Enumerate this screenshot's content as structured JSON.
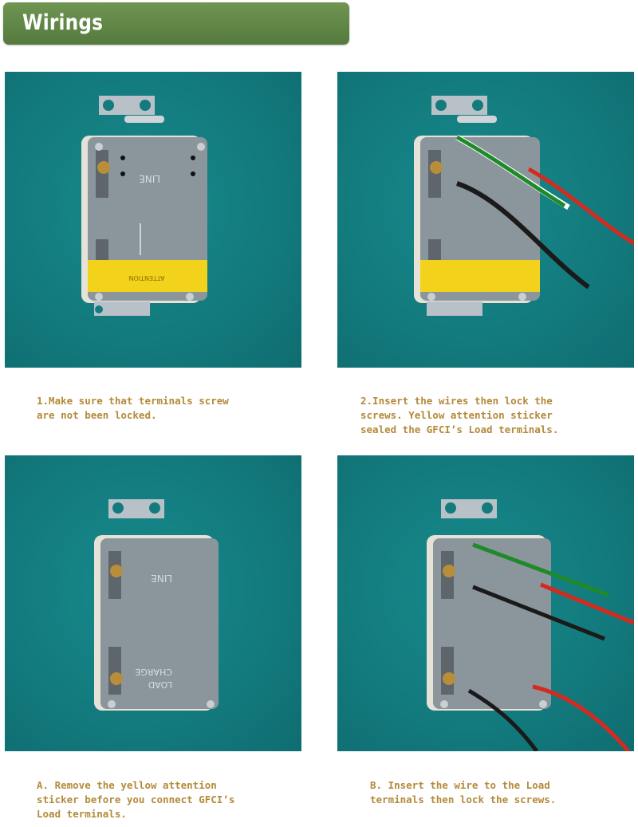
{
  "header": {
    "title": "Wirings"
  },
  "steps": [
    {
      "caption": "1.Make sure that terminals screw\nare not been locked."
    },
    {
      "caption": "2.Insert the wires then lock the\nscrews. Yellow attention sticker\nsealed the GFCI’s Load terminals."
    },
    {
      "caption": "A. Remove the yellow attention\nsticker before you connect GFCI’s\nLoad terminals."
    },
    {
      "caption": "B. Insert the wire to the Load\nterminals then lock the screws."
    }
  ],
  "device_labels": {
    "line": "LINE",
    "load": "LOAD",
    "charge": "CHARGE",
    "sticker": "ATTENTION"
  },
  "colors": {
    "banner": "#5f8745",
    "background": "#137b7e",
    "caption": "#b48a3a",
    "wire_green": "#1f8a2a",
    "wire_red": "#d42a1f",
    "wire_black": "#1a1a1a",
    "sticker": "#f2d21b"
  }
}
